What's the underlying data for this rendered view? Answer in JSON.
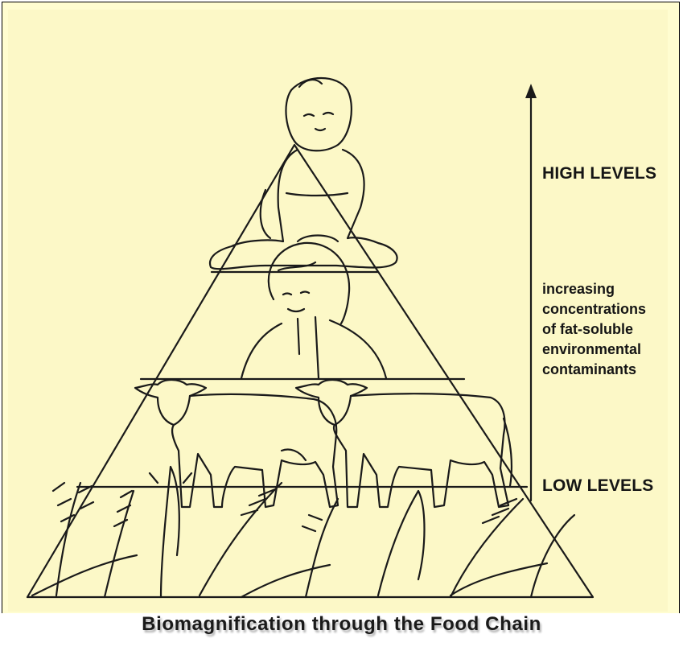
{
  "labels": {
    "high": "HIGH LEVELS",
    "low": "LOW LEVELS",
    "increasing": [
      "increasing",
      "concentrations",
      "of fat-soluble",
      "environmental",
      "contaminants"
    ]
  },
  "caption": "Biomagnification through the Food Chain",
  "colors": {
    "background": "#fcf8c7",
    "line": "#1a1a1a",
    "caption_shadow": "#b9b9b9"
  },
  "trophic_levels": [
    "human infant",
    "human adult",
    "cattle",
    "crops"
  ]
}
